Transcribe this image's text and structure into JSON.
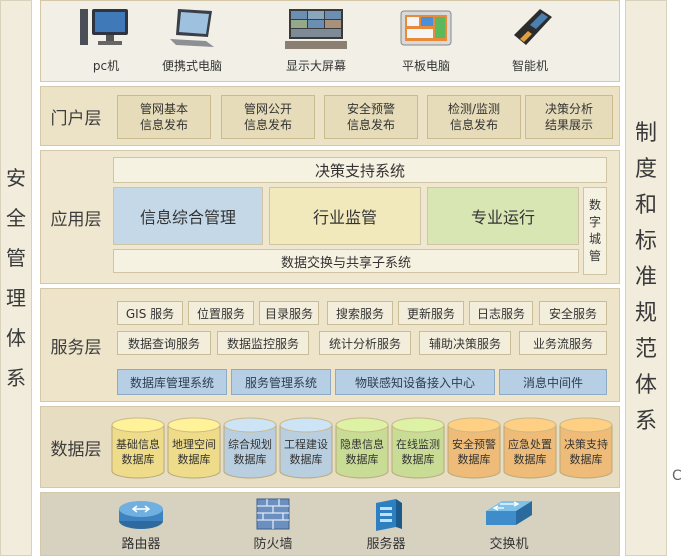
{
  "left_system": {
    "chars": [
      "安",
      "全",
      "管",
      "理",
      "体",
      "系"
    ]
  },
  "right_system": {
    "chars": [
      "制",
      "度",
      "和",
      "标",
      "准",
      "规",
      "范",
      "体",
      "系"
    ]
  },
  "devices": [
    {
      "label": "pc机",
      "icon": "desktop-pc-icon"
    },
    {
      "label": "便携式电脑",
      "icon": "laptop-icon"
    },
    {
      "label": "显示大屏幕",
      "icon": "video-wall-icon"
    },
    {
      "label": "平板电脑",
      "icon": "tablet-icon"
    },
    {
      "label": "智能机",
      "icon": "handheld-terminal-icon"
    }
  ],
  "portal": {
    "title": "门户层",
    "items": [
      "管网基本\n信息发布",
      "管网公开\n信息发布",
      "安全预警\n信息发布",
      "检测/监测\n信息发布",
      "决策分析\n结果展示"
    ]
  },
  "application": {
    "title": "应用层",
    "decision_system": "决策支持系统",
    "modules": [
      "信息综合管理",
      "行业监管",
      "专业运行"
    ],
    "digital_city": "数字城管",
    "exchange": "数据交换与共享子系统"
  },
  "service": {
    "title": "服务层",
    "row1": [
      "GIS 服务",
      "位置服务",
      "目录服务",
      "搜索服务",
      "更新服务",
      "日志服务",
      "安全服务"
    ],
    "row2": [
      "数据查询服务",
      "数据监控服务",
      "统计分析服务",
      "辅助决策服务",
      "业务流服务"
    ],
    "row3": [
      "数据库管理系统",
      "服务管理系统",
      "物联感知设备接入中心",
      "消息中间件"
    ]
  },
  "data_layer": {
    "title": "数据层",
    "databases": [
      {
        "label": "基础信息\n数据库",
        "color": "#eedc8a"
      },
      {
        "label": "地理空间\n数据库",
        "color": "#eedc8a"
      },
      {
        "label": "综合规划\n数据库",
        "color": "#b9cfe0"
      },
      {
        "label": "工程建设\n数据库",
        "color": "#b9cfe0"
      },
      {
        "label": "隐患信息\n数据库",
        "color": "#c9dc96"
      },
      {
        "label": "在线监测\n数据库",
        "color": "#c9dc96"
      },
      {
        "label": "安全预警\n数据库",
        "color": "#eebc78"
      },
      {
        "label": "应急处置\n数据库",
        "color": "#eebc78"
      },
      {
        "label": "决策支持\n数据库",
        "color": "#eebc78"
      }
    ]
  },
  "infrastructure": [
    {
      "label": "路由器",
      "icon": "router-icon"
    },
    {
      "label": "防火墙",
      "icon": "firewall-icon"
    },
    {
      "label": "服务器",
      "icon": "server-icon"
    },
    {
      "label": "交换机",
      "icon": "switch-icon"
    }
  ],
  "colors": {
    "module_1": "#c5d8e8",
    "module_2": "#f1e8bb",
    "module_3": "#d8e6b4",
    "cylinder_stroke": "#b8a77a"
  },
  "edge_glyph": "C"
}
